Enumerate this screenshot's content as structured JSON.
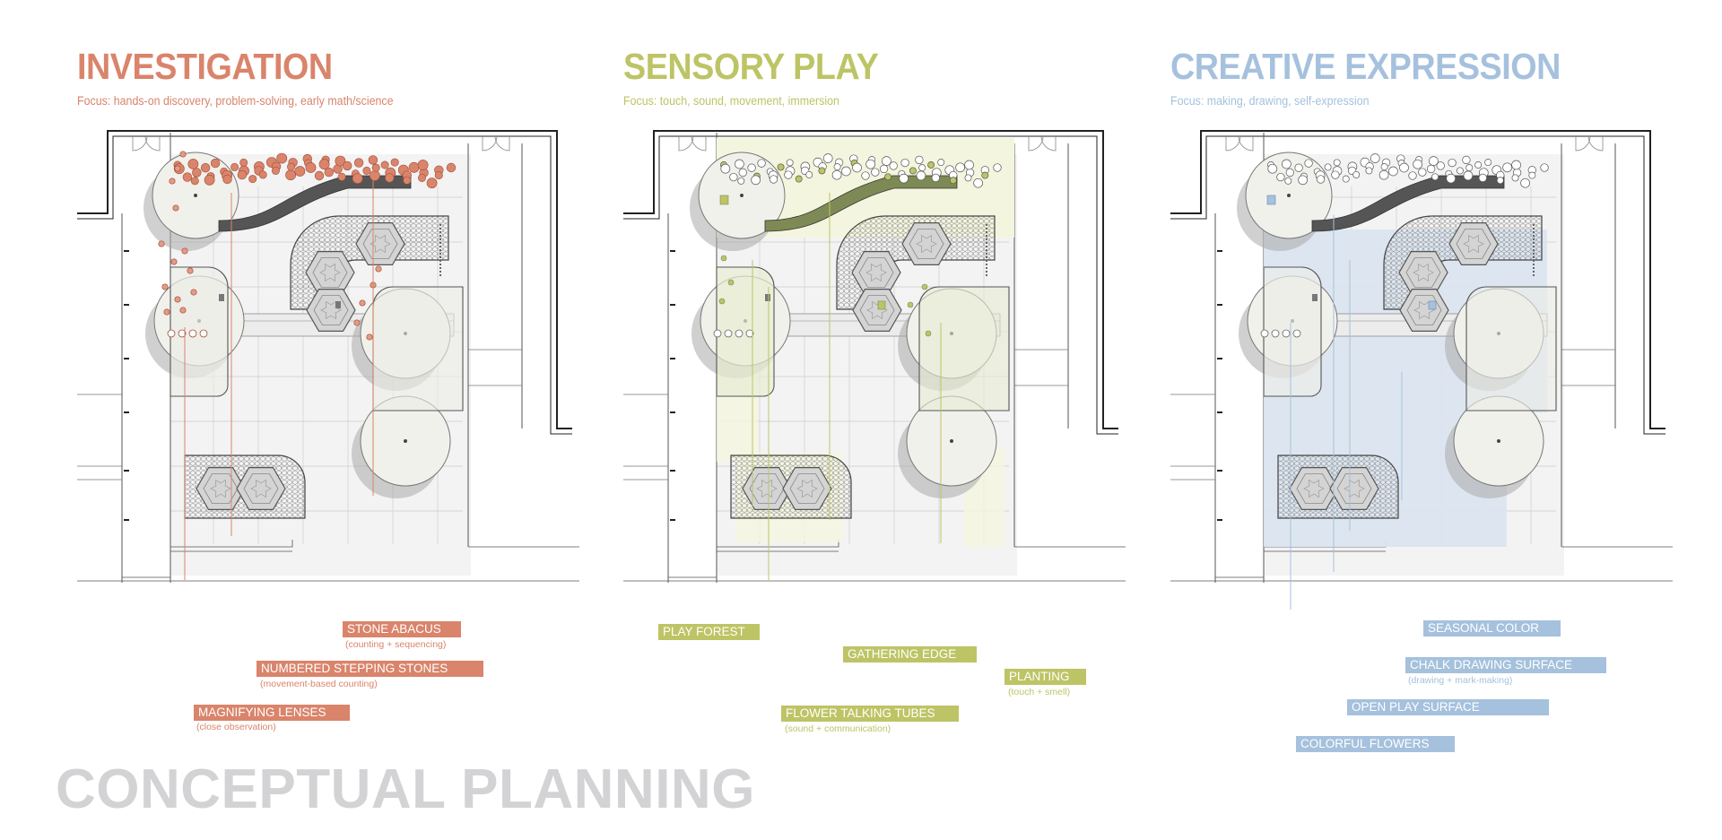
{
  "page_title": "CONCEPTUAL PLANNING",
  "colors": {
    "investigation": "#d9846b",
    "sensory": "#bdc465",
    "creative": "#a5c1dd",
    "footer": "#d3d3d5",
    "creative_fill": "#dbe5ef",
    "sensory_fill": "#f4f5df"
  },
  "panels": [
    {
      "key": "investigation",
      "title": "INVESTIGATION",
      "focus": "Focus: hands-on discovery, problem-solving, early math/science",
      "labels": [
        {
          "text": "STONE ABACUS",
          "sub": "(counting + sequencing)"
        },
        {
          "text": "NUMBERED STEPPING STONES",
          "sub": "(movement-based counting)"
        },
        {
          "text": "MAGNIFYING LENSES",
          "sub": "(close observation)"
        }
      ]
    },
    {
      "key": "sensory",
      "title": "SENSORY PLAY",
      "focus": "Focus: touch, sound, movement, immersion",
      "labels": [
        {
          "text": "PLAY FOREST",
          "sub": ""
        },
        {
          "text": "GATHERING EDGE",
          "sub": ""
        },
        {
          "text": "PLANTING",
          "sub": "(touch + smell)"
        },
        {
          "text": "FLOWER TALKING TUBES",
          "sub": "(sound + communication)"
        }
      ]
    },
    {
      "key": "creative",
      "title": "CREATIVE EXPRESSION",
      "focus": "Focus: making, drawing, self-expression",
      "labels": [
        {
          "text": "SEASONAL COLOR",
          "sub": ""
        },
        {
          "text": "CHALK DRAWING SURFACE",
          "sub": "(drawing + mark-making)"
        },
        {
          "text": "OPEN PLAY SURFACE",
          "sub": ""
        },
        {
          "text": "COLORFUL FLOWERS",
          "sub": ""
        }
      ]
    }
  ]
}
